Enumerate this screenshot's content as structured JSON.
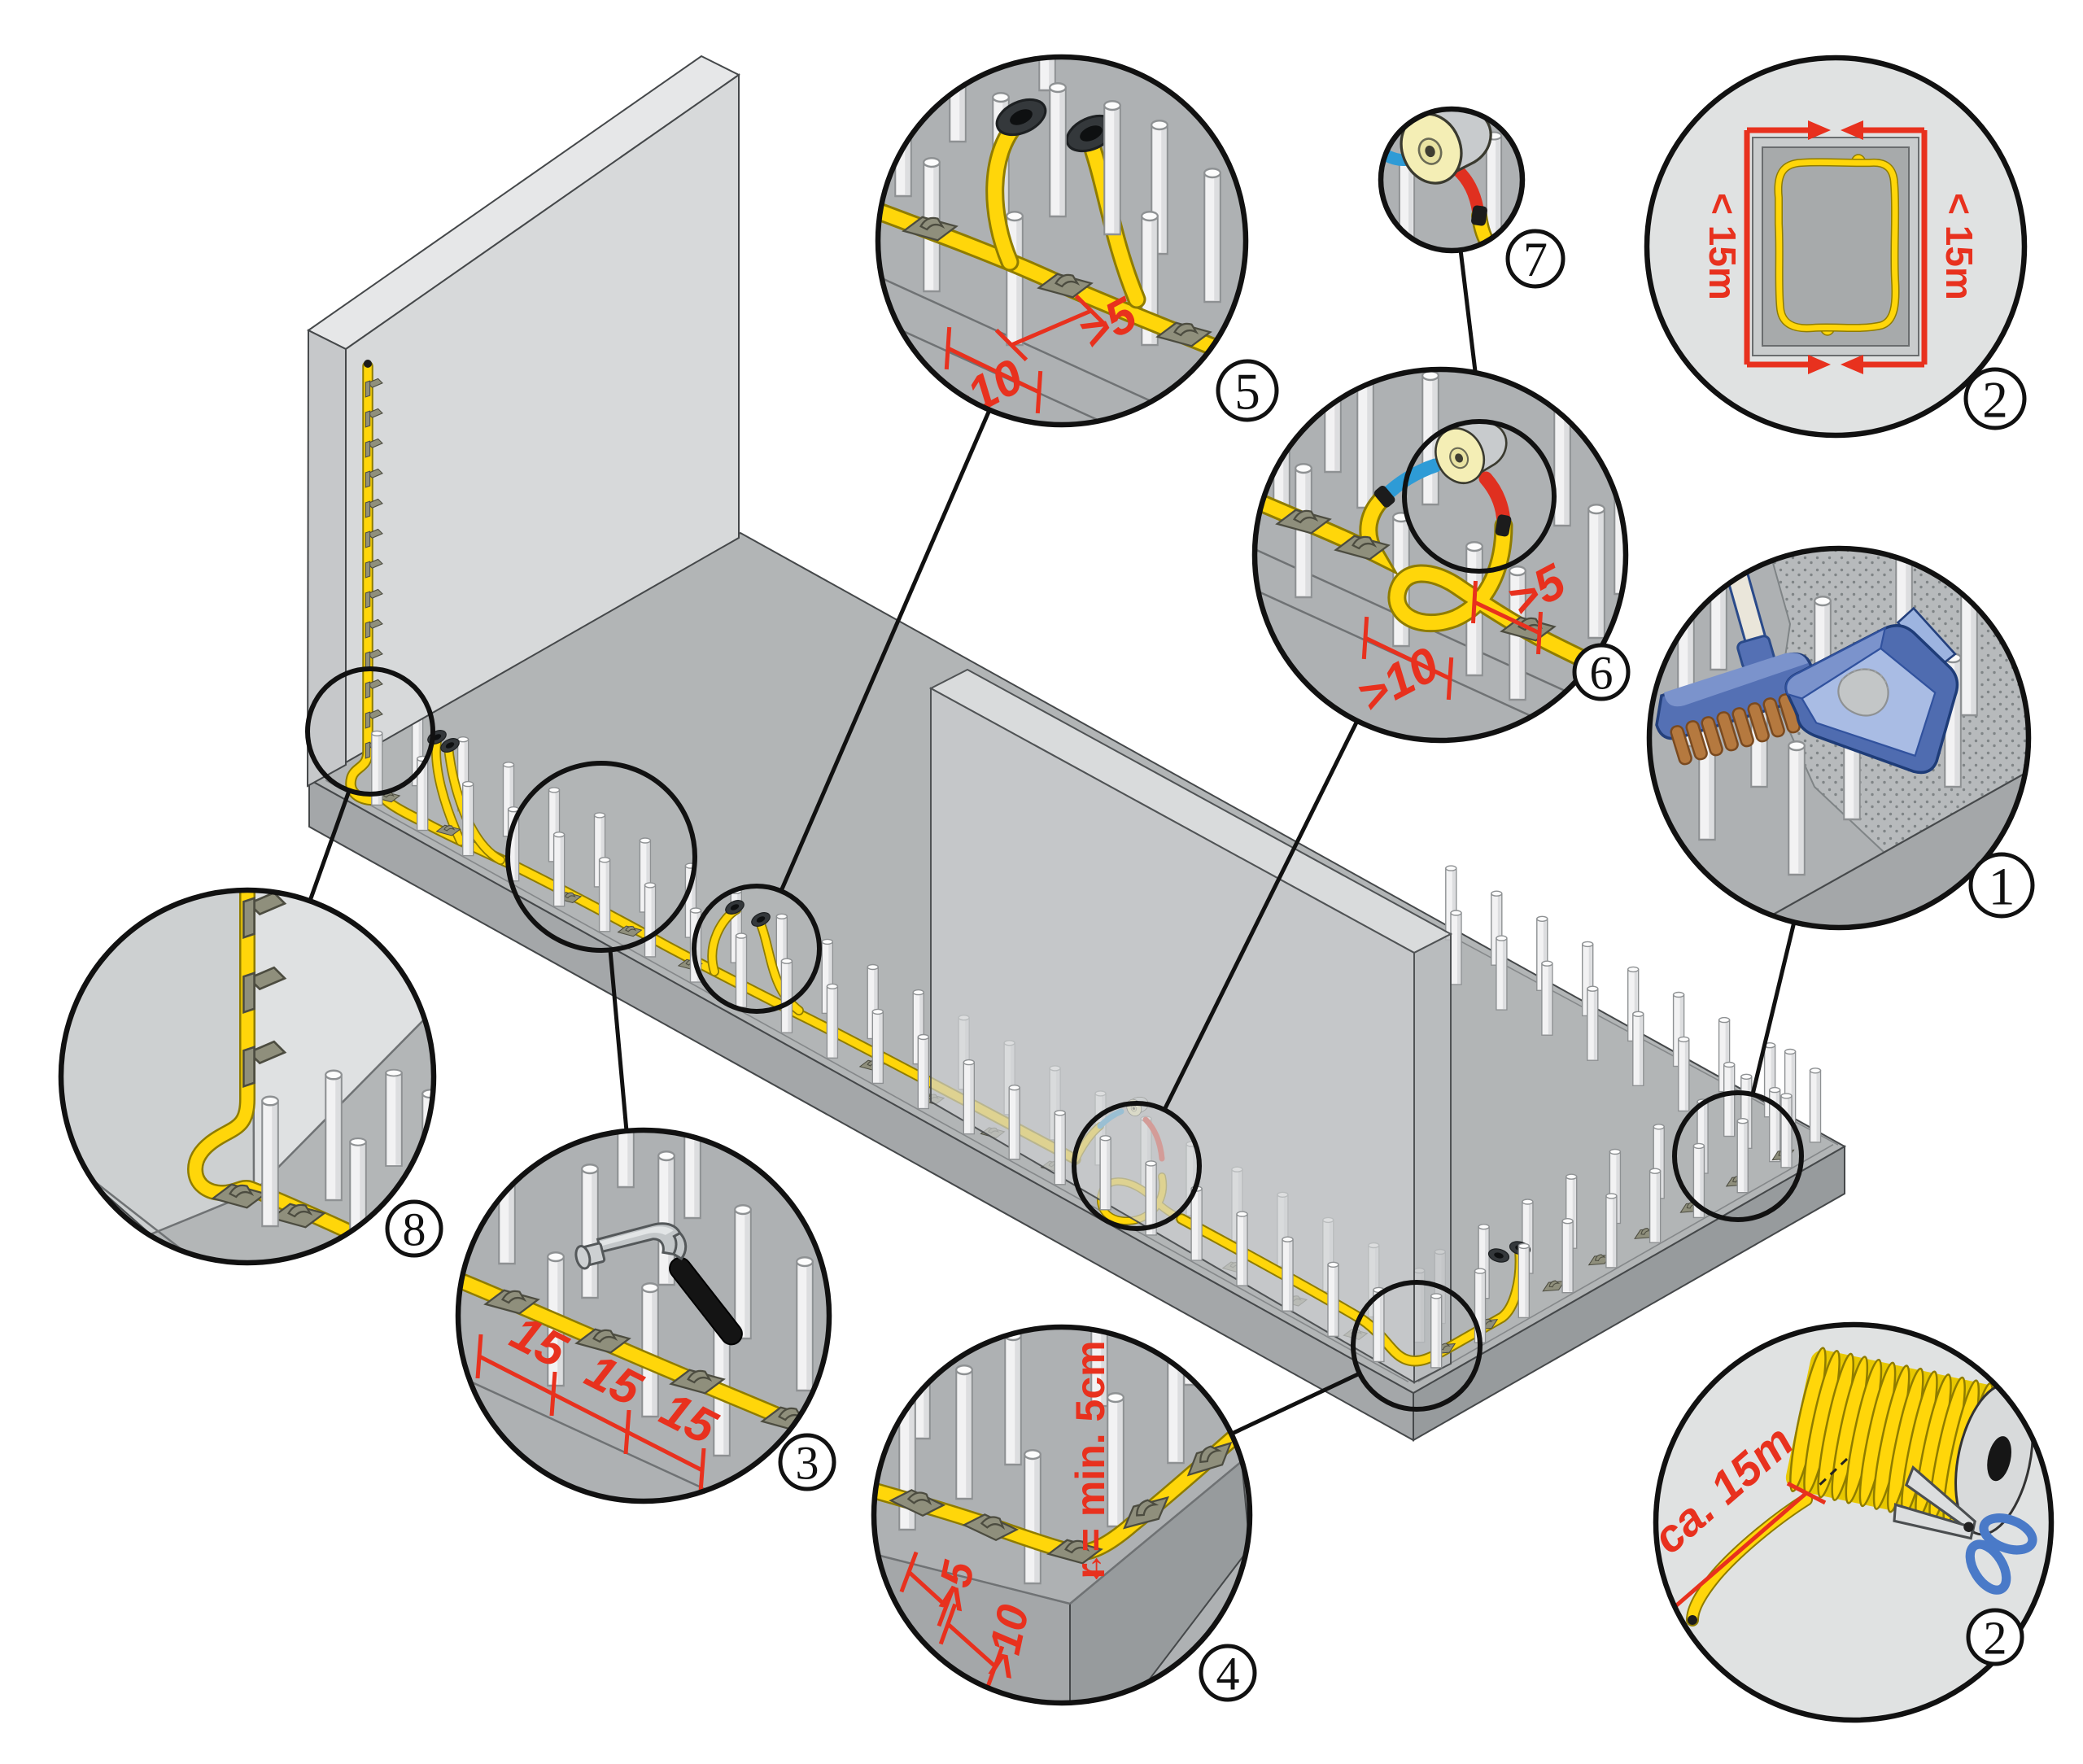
{
  "figure": {
    "type": "installation-diagram",
    "background": "#ffffff"
  },
  "colors": {
    "bg": "#ffffff",
    "slab-top": "#b2b5b6",
    "slab-side-l": "#a4a7a9",
    "slab-side-r": "#979b9d",
    "wall-front": "#d7d9da",
    "wall-side": "#c6c8ca",
    "wall-top": "#e6e7e8",
    "iwall-front": "#cdd0d1",
    "iwall-side": "#bbbec0",
    "iwall-top": "#e0e2e3",
    "cable": "#ffd60a",
    "cable-outline": "#8f7c00",
    "blue": "#2e9bd6",
    "red": "#e03020",
    "clip": "#8f8f7c",
    "clip-edge": "#4c4c40",
    "pin": "#f2f2f3",
    "pin-edge": "#8e9193",
    "dim-red": "#e8311e",
    "ring": "#111111",
    "device-face": "#f4eeb5",
    "device-body": "#c8cbcd",
    "detail-bg": "#aeb1b3",
    "light-bg": "#e0e2e2",
    "grommet": "#34383b",
    "dust": "#7f8486"
  },
  "dims": {
    "gt5": ">5",
    "gt10": ">10",
    "d15": "15",
    "ca15m": "ca. 15m",
    "lt15m": "< 15m",
    "rmin": "r = min. 5cm",
    "arrow": "↔"
  },
  "callouts": [
    {
      "number": "1",
      "name": "clean-surface"
    },
    {
      "number": "2",
      "name": "plan-max-15m"
    },
    {
      "number": "3",
      "name": "hammer-clips-15cm"
    },
    {
      "number": "4",
      "name": "corner-radius-min-5cm"
    },
    {
      "number": "5",
      "name": "cable-ends-grommets"
    },
    {
      "number": "6",
      "name": "coupler-slack-loop"
    },
    {
      "number": "7",
      "name": "coupler-detail"
    },
    {
      "number": "8",
      "name": "wall-fixing"
    },
    {
      "number": "2",
      "name": "cut-ca-15m"
    }
  ]
}
